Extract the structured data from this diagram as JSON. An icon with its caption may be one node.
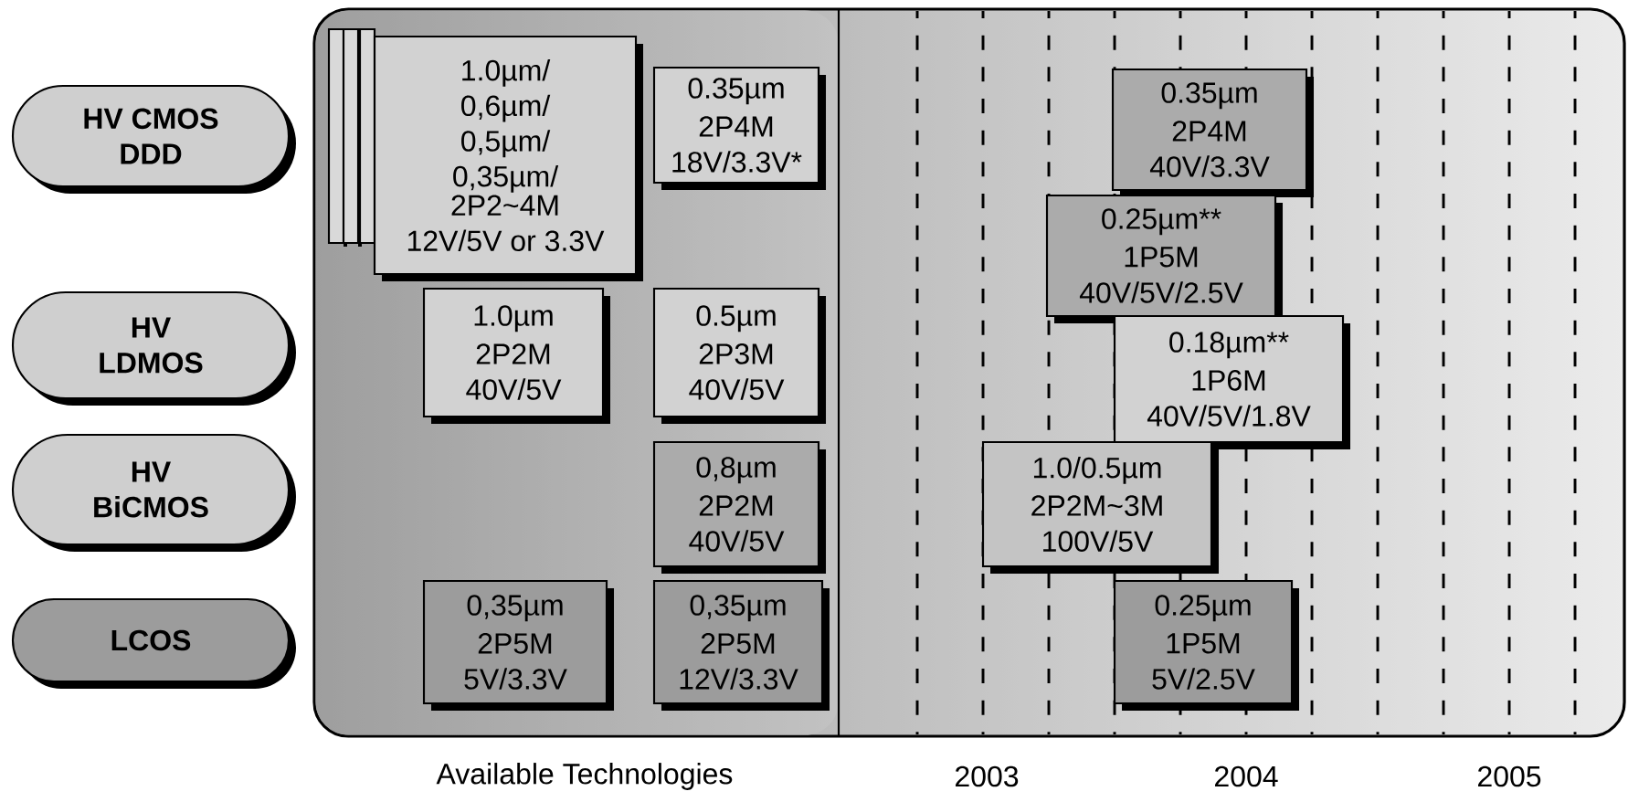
{
  "diagram": {
    "nodes": [
      {
        "text": [
          "HV CMOS DDD"
        ]
      },
      {
        "text": [
          "HV LDMOS"
        ]
      },
      {
        "text": [
          "HV BiCMOS"
        ]
      },
      {
        "text": [
          "LCOS"
        ]
      },
      {
        "text": [
          "1.0µm/ 0,6µm/ 0,5µm/ 0,35µm/",
          "2P2~4M",
          "12V/5V or 3.3V"
        ]
      },
      {
        "text": [
          "0.35µm",
          "2P4M",
          "18V/3.3V*"
        ]
      },
      {
        "text": [
          "1.0µm",
          "2P2M",
          "40V/5V"
        ]
      },
      {
        "text": [
          "0.5µm",
          "2P3M",
          "40V/5V"
        ]
      },
      {
        "text": [
          "0,8µm",
          "2P2M",
          "40V/5V"
        ]
      },
      {
        "text": [
          "0,35µm",
          "2P5M",
          "5V/3.3V"
        ]
      },
      {
        "text": [
          "0,35µm",
          "2P5M",
          "12V/3.3V"
        ]
      },
      {
        "text": [
          "0.35µm",
          "2P4M",
          "40V/3.3V"
        ]
      },
      {
        "text": [
          "0.25µm**",
          "1P5M",
          "40V/5V/2.5V"
        ]
      },
      {
        "text": [
          "0.18µm**",
          "1P6M",
          "40V/5V/1.8V"
        ]
      },
      {
        "text": [
          "1.0/0.5µm",
          "2P2M~3M",
          "100V/5V"
        ]
      },
      {
        "text": [
          "0.25µm",
          "1P5M",
          "5V/2.5V"
        ]
      }
    ],
    "labels": [
      "Available Technologies",
      "2003",
      "2004",
      "2005"
    ]
  }
}
